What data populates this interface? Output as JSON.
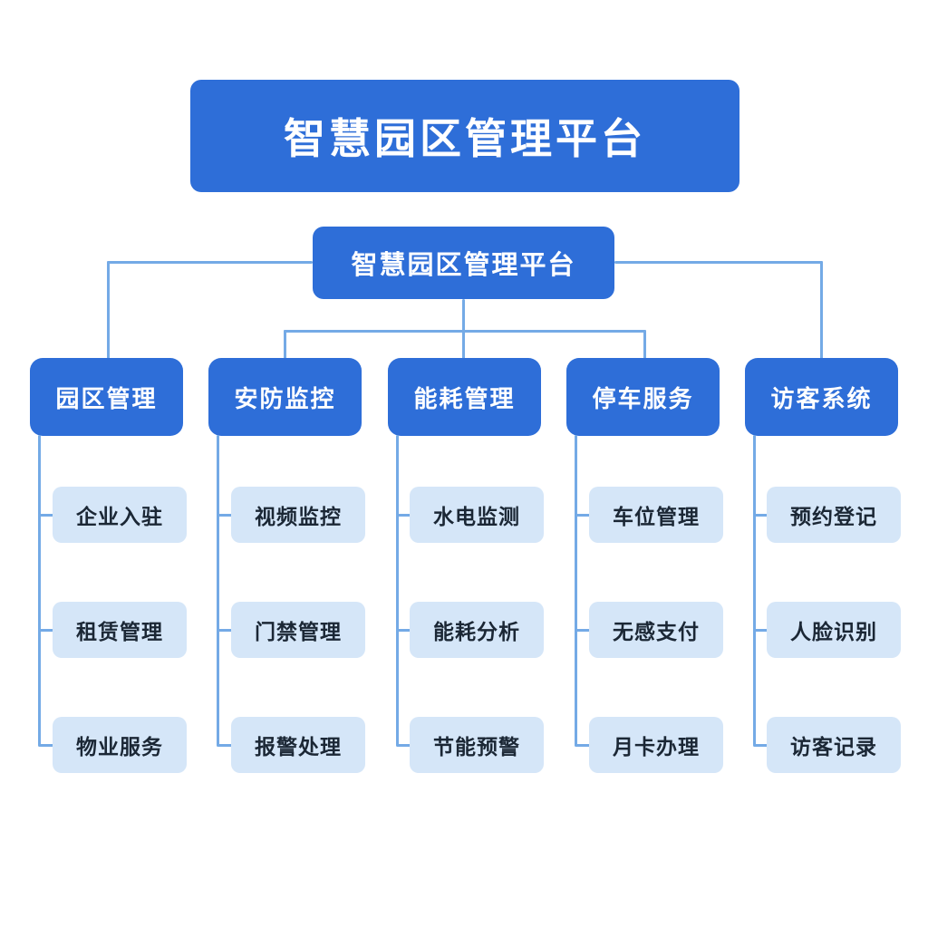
{
  "title": "智慧园区管理平台",
  "root": "智慧园区管理平台",
  "colors": {
    "accent_blue": "#2e6ed8",
    "leaf_blue": "#d5e6f8",
    "line_blue": "#74aae6",
    "leaf_text": "#1b2735",
    "node_text": "#ffffff",
    "background": "#ffffff"
  },
  "tree": {
    "branches": [
      {
        "label": "园区管理",
        "children": [
          "企业入驻",
          "租赁管理",
          "物业服务"
        ]
      },
      {
        "label": "安防监控",
        "children": [
          "视频监控",
          "门禁管理",
          "报警处理"
        ]
      },
      {
        "label": "能耗管理",
        "children": [
          "水电监测",
          "能耗分析",
          "节能预警"
        ]
      },
      {
        "label": "停车服务",
        "children": [
          "车位管理",
          "无感支付",
          "月卡办理"
        ]
      },
      {
        "label": "访客系统",
        "children": [
          "预约登记",
          "人脸识别",
          "访客记录"
        ]
      }
    ]
  }
}
